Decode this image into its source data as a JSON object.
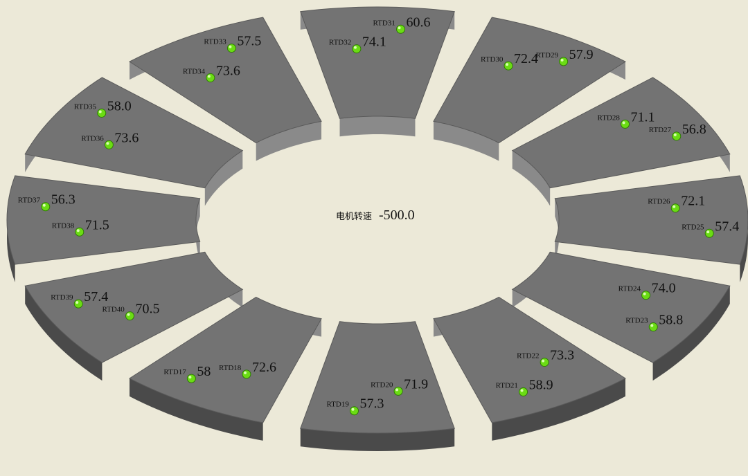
{
  "center": {
    "caption": "电机转速",
    "value": "-500.0"
  },
  "colors": {
    "background": "#ece9d8",
    "pad": "#737373",
    "sensor": "#6bdc14"
  },
  "pads": [
    {
      "sensors": [
        {
          "id": "RTD32",
          "value": "74.1"
        },
        {
          "id": "RTD31",
          "value": "60.6"
        }
      ]
    },
    {
      "sensors": [
        {
          "id": "RTD30",
          "value": "72.4"
        },
        {
          "id": "RTD29",
          "value": "57.9"
        }
      ]
    },
    {
      "sensors": [
        {
          "id": "RTD28",
          "value": "71.1"
        },
        {
          "id": "RTD27",
          "value": "56.8"
        }
      ]
    },
    {
      "sensors": [
        {
          "id": "RTD26",
          "value": "72.1"
        },
        {
          "id": "RTD25",
          "value": "57.4"
        }
      ]
    },
    {
      "sensors": [
        {
          "id": "RTD24",
          "value": "74.0"
        },
        {
          "id": "RTD23",
          "value": "58.8"
        }
      ]
    },
    {
      "sensors": [
        {
          "id": "RTD22",
          "value": "73.3"
        },
        {
          "id": "RTD21",
          "value": "58.9"
        }
      ]
    },
    {
      "sensors": [
        {
          "id": "RTD20",
          "value": "71.9"
        },
        {
          "id": "RTD19",
          "value": "57.3"
        }
      ]
    },
    {
      "sensors": [
        {
          "id": "RTD18",
          "value": "72.6"
        },
        {
          "id": "RTD17",
          "value": "58"
        }
      ]
    },
    {
      "sensors": [
        {
          "id": "RTD40",
          "value": "70.5"
        },
        {
          "id": "RTD39",
          "value": "57.4"
        }
      ]
    },
    {
      "sensors": [
        {
          "id": "RTD38",
          "value": "71.5"
        },
        {
          "id": "RTD37",
          "value": "56.3"
        }
      ]
    },
    {
      "sensors": [
        {
          "id": "RTD36",
          "value": "73.6"
        },
        {
          "id": "RTD35",
          "value": "58.0"
        }
      ]
    },
    {
      "sensors": [
        {
          "id": "RTD34",
          "value": "73.6"
        },
        {
          "id": "RTD33",
          "value": "57.5"
        }
      ]
    }
  ]
}
